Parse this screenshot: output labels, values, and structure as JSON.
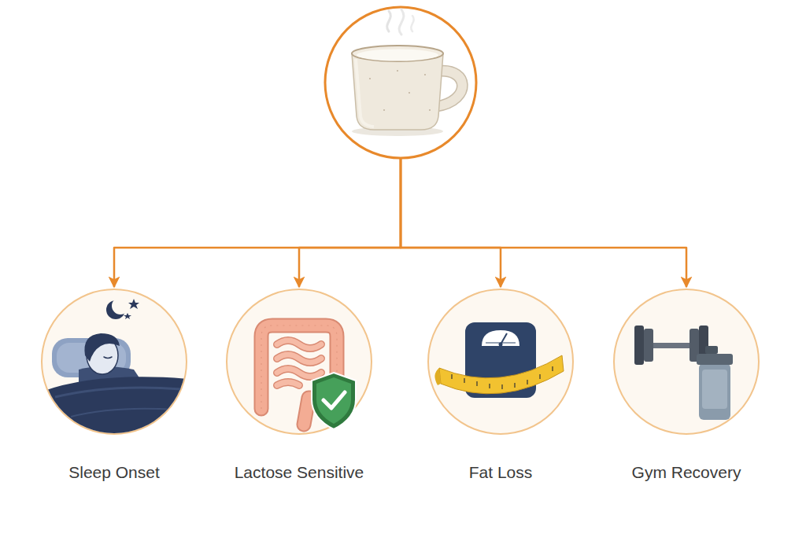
{
  "diagram": {
    "nodes": [
      {
        "text": []
      },
      {
        "text": [
          "Sleep Onset"
        ]
      },
      {
        "text": [
          "Lactose Sensitive"
        ]
      },
      {
        "text": [
          "Fat Loss"
        ]
      },
      {
        "text": [
          "Gym Recovery"
        ]
      }
    ],
    "edges": [
      {
        "from": 0,
        "to": 1,
        "arrow": "to"
      },
      {
        "from": 0,
        "to": 2,
        "arrow": "to"
      },
      {
        "from": 0,
        "to": 3,
        "arrow": "to"
      },
      {
        "from": 0,
        "to": 4,
        "arrow": "to"
      }
    ]
  }
}
